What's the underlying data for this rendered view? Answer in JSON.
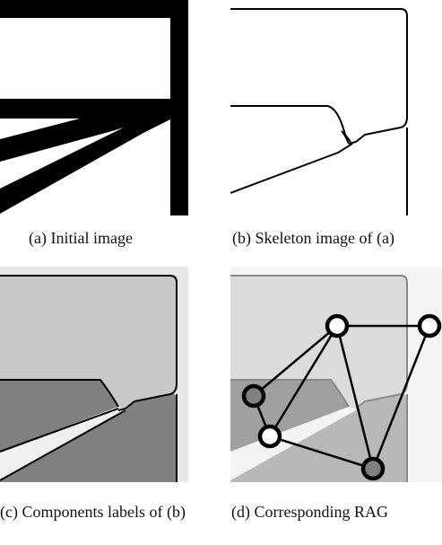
{
  "captions": {
    "a": "(a) Initial image",
    "b": "(b) Skeleton image of (a)",
    "c": "(c) Components labels of (b)",
    "d": "(d) Corresponding RAG"
  },
  "colors": {
    "ink": "#000000",
    "region_light": "#c8c8c8",
    "region_dark": "#808080",
    "region_white": "#f0f0f0",
    "background_gray": "#e8e8e8",
    "node_fill": "#ffffff"
  },
  "rag": {
    "nodes": [
      "top",
      "right",
      "mid-left",
      "lower-left",
      "bottom"
    ],
    "edges": [
      [
        "top",
        "right"
      ],
      [
        "top",
        "mid-left"
      ],
      [
        "top",
        "lower-left"
      ],
      [
        "top",
        "bottom"
      ],
      [
        "right",
        "bottom"
      ],
      [
        "mid-left",
        "lower-left"
      ],
      [
        "lower-left",
        "bottom"
      ]
    ]
  }
}
